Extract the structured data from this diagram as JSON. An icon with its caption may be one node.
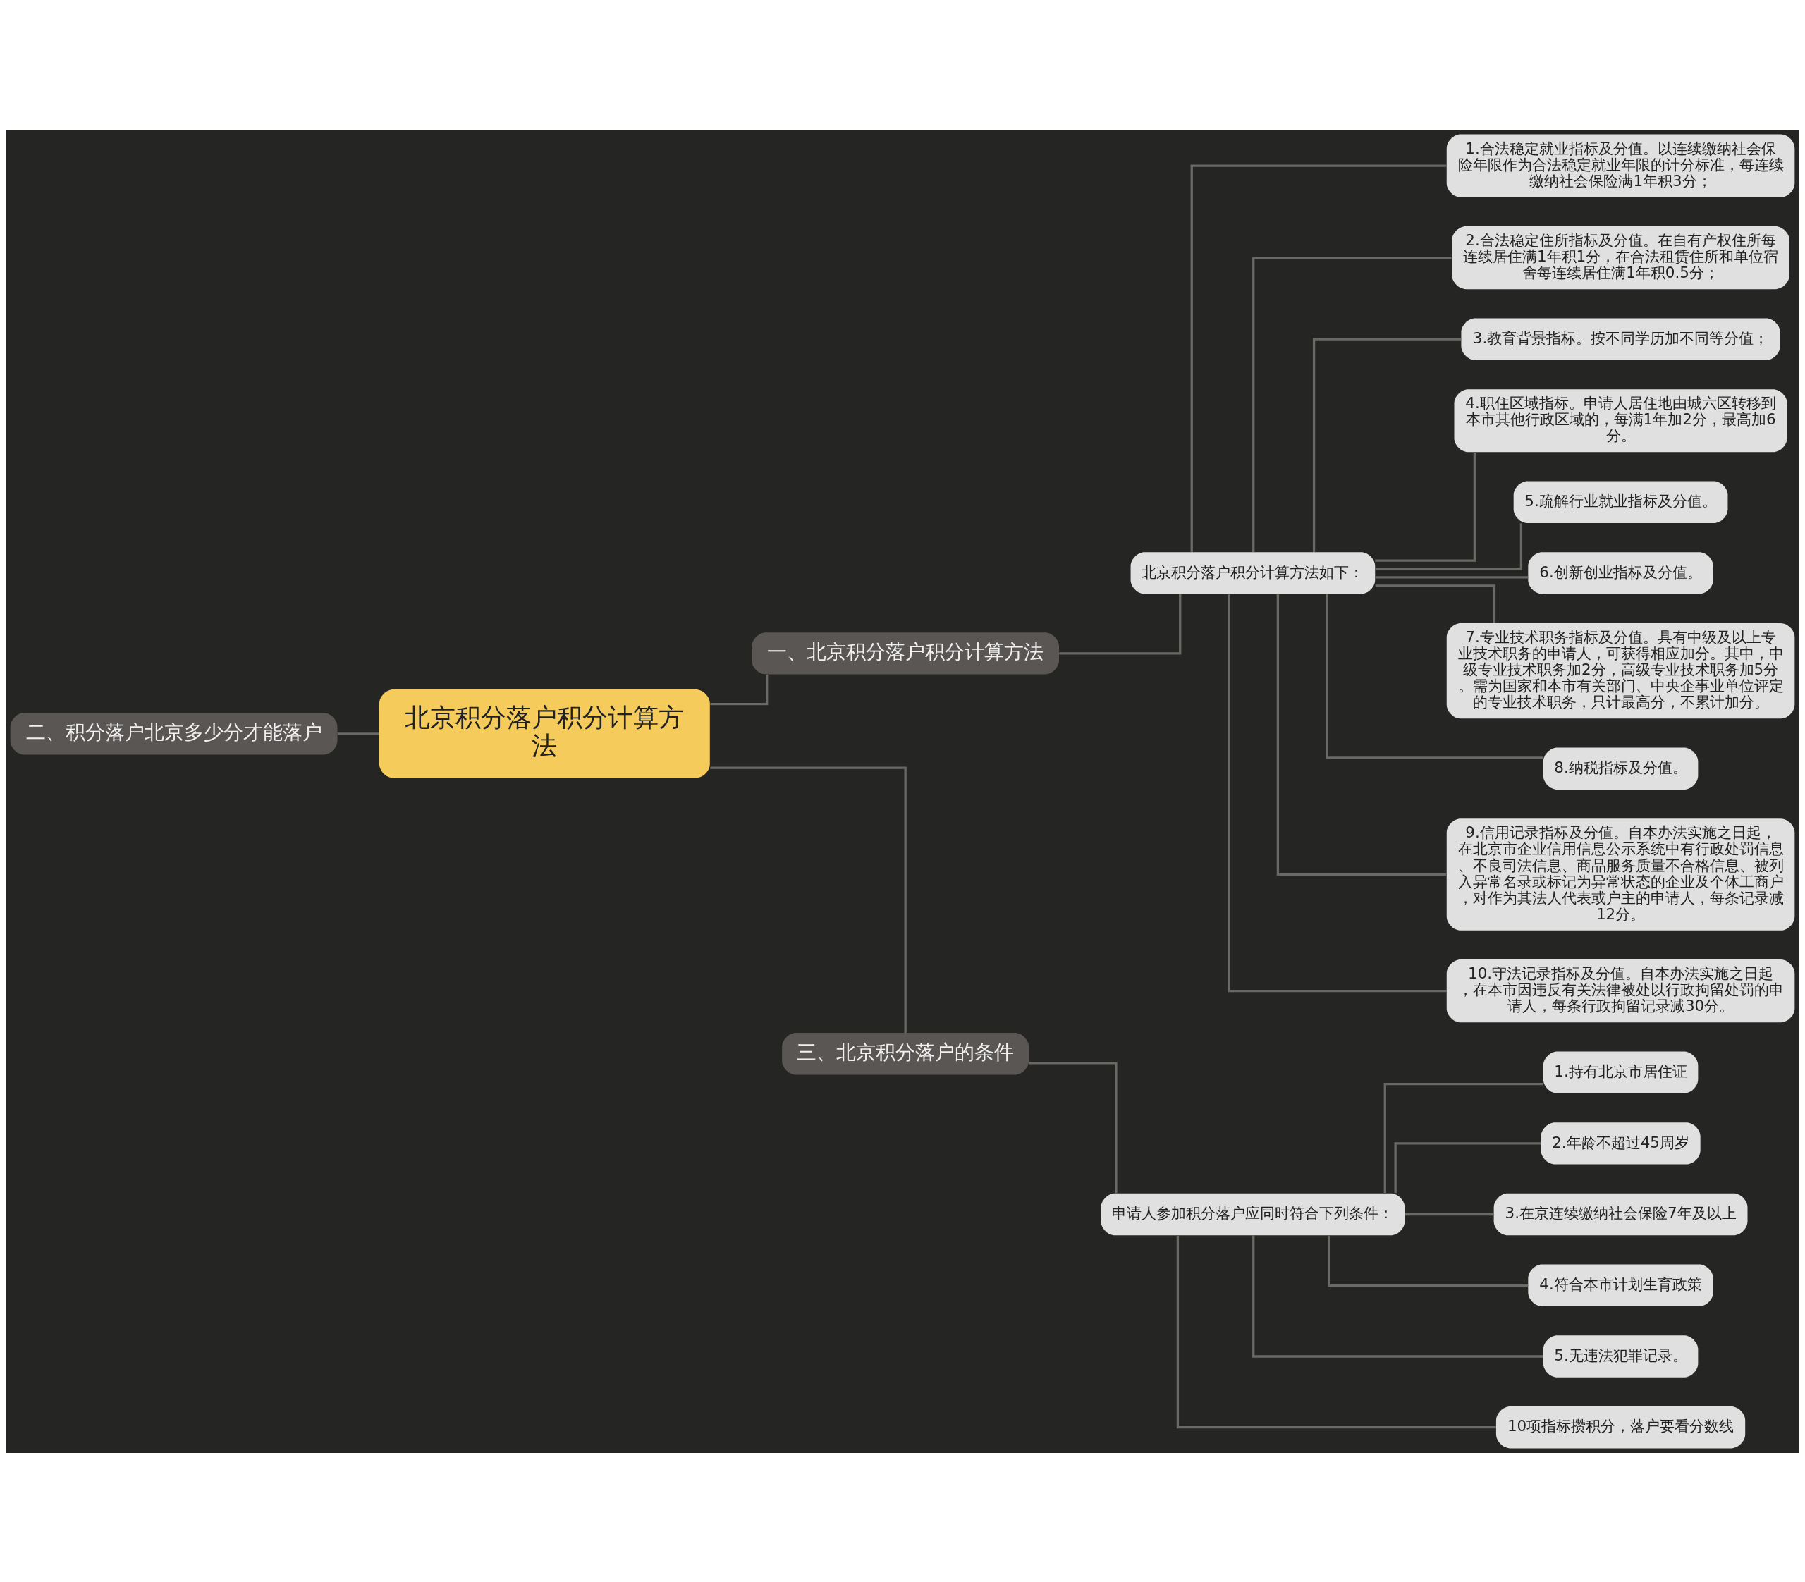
{
  "diagram": {
    "nodes": [
      {
        "text": [
          "北京积分落户积分计算方法"
        ]
      },
      {
        "text": [
          "二、积分落户北京多少分才能落户"
        ]
      },
      {
        "text": [
          "一、北京积分落户积分计算方法"
        ]
      },
      {
        "text": [
          "北京积分落户积分计算方法如下："
        ]
      },
      {
        "text": [
          "1.合法稳定就业指标及分值。以连续缴纳社会保险年限作为合法稳定就业年限的计分标准，每连续缴纳社会保险满1年积3分；"
        ]
      },
      {
        "text": [
          "2.合法稳定住所指标及分值。在自有产权住所每连续居住满1年积1分，在合法租赁住所和单位宿舍每连续居住满1年积0.5分；"
        ]
      },
      {
        "text": [
          "3.教育背景指标。按不同学历加不同等分值；"
        ]
      },
      {
        "text": [
          "4.职住区域指标。申请人居住地由城六区转移到本市其他行政区域的，每满1年加2分，最高加6分。"
        ]
      },
      {
        "text": [
          "5.疏解行业就业指标及分值。"
        ]
      },
      {
        "text": [
          "6.创新创业指标及分值。"
        ]
      },
      {
        "text": [
          "7.专业技术职务指标及分值。具有中级及以上专业技术职务的申请人，可获得相应加分。其中，中级专业技术职务加2分，高级专业技术职务加5分。需为国家和本市有关部门、中央企事业单位评定的专业技术职务，只计最高分，不累计加分。"
        ]
      },
      {
        "text": [
          "8.纳税指标及分值。"
        ]
      },
      {
        "text": [
          "9.信用记录指标及分值。自本办法实施之日起，在北京市企业信用信息公示系统中有行政处罚信息、不良司法信息、商品服务质量不合格信息、被列入异常名录或标记为异常状态的企业及个体工商户，对作为其法人代表或户主的申请人，每条记录减12分。"
        ]
      },
      {
        "text": [
          "10.守法记录指标及分值。自本办法实施之日起，在本市因违反有关法律被处以行政拘留处罚的申请人，每条行政拘留记录减30分。"
        ]
      },
      {
        "text": [
          "三、北京积分落户的条件"
        ]
      },
      {
        "text": [
          "申请人参加积分落户应同时符合下列条件："
        ]
      },
      {
        "text": [
          "1.持有北京市居住证"
        ]
      },
      {
        "text": [
          "2.年龄不超过45周岁"
        ]
      },
      {
        "text": [
          "3.在京连续缴纳社会保险7年及以上"
        ]
      },
      {
        "text": [
          "4.符合本市计划生育政策"
        ]
      },
      {
        "text": [
          "5.无违法犯罪记录。"
        ]
      },
      {
        "text": [
          "10项指标攒积分，落户要看分数线"
        ]
      }
    ],
    "edges": [
      {
        "from": 0,
        "to": 1,
        "arrow": "none"
      },
      {
        "from": 0,
        "to": 2,
        "arrow": "none"
      },
      {
        "from": 2,
        "to": 3,
        "arrow": "none"
      },
      {
        "from": 3,
        "to": 4,
        "arrow": "none"
      },
      {
        "from": 3,
        "to": 5,
        "arrow": "none"
      },
      {
        "from": 3,
        "to": 6,
        "arrow": "none"
      },
      {
        "from": 3,
        "to": 7,
        "arrow": "none"
      },
      {
        "from": 3,
        "to": 8,
        "arrow": "none"
      },
      {
        "from": 3,
        "to": 9,
        "arrow": "none"
      },
      {
        "from": 3,
        "to": 10,
        "arrow": "none"
      },
      {
        "from": 3,
        "to": 11,
        "arrow": "none"
      },
      {
        "from": 3,
        "to": 12,
        "arrow": "none"
      },
      {
        "from": 3,
        "to": 13,
        "arrow": "none"
      },
      {
        "from": 0,
        "to": 14,
        "arrow": "none"
      },
      {
        "from": 14,
        "to": 15,
        "arrow": "none"
      },
      {
        "from": 15,
        "to": 16,
        "arrow": "none"
      },
      {
        "from": 15,
        "to": 17,
        "arrow": "none"
      },
      {
        "from": 15,
        "to": 18,
        "arrow": "none"
      },
      {
        "from": 15,
        "to": 19,
        "arrow": "none"
      },
      {
        "from": 15,
        "to": 20,
        "arrow": "none"
      },
      {
        "from": 15,
        "to": 21,
        "arrow": "none"
      }
    ]
  }
}
